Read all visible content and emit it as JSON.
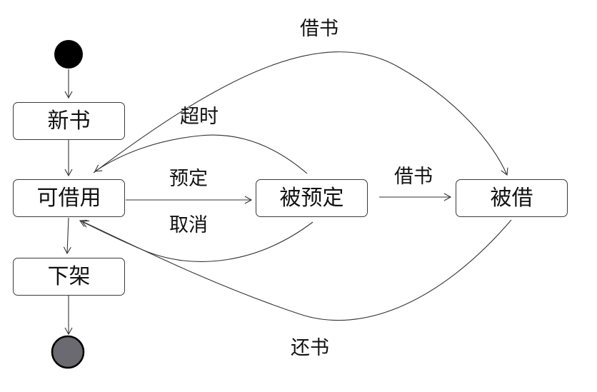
{
  "states": {
    "new_book": "新书",
    "available": "可借用",
    "reserved": "被预定",
    "borrowed": "被借",
    "removed": "下架"
  },
  "transitions": {
    "borrow_top": "借书",
    "timeout": "超时",
    "reserve": "预定",
    "cancel": "取消",
    "borrow_from_reserved": "借书",
    "return_book": "还书"
  },
  "colors": {
    "initial_node": "#000000",
    "final_node": "#6b6a70",
    "line": "#333333"
  }
}
